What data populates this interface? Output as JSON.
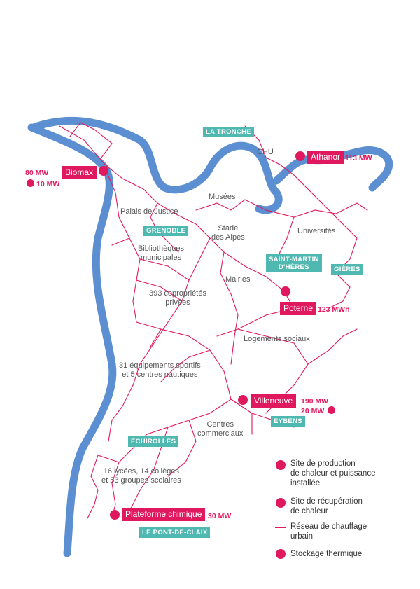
{
  "municipalities": {
    "la_tronche": "LA TRONCHE",
    "grenoble": "GRENOBLE",
    "saint_martin": "SAINT-MARTIN\nD'HÈRES",
    "gieres": "GIÈRES",
    "eybens": "EYBENS",
    "echirolles": "ÉCHIROLLES",
    "le_pont_de_claix": "LE PONT-DE-CLAIX"
  },
  "places": {
    "chu": "CHU",
    "musees": "Musées",
    "palais": "Palais de Justice",
    "stade": "Stade\ndes Alpes",
    "universites": "Universités",
    "bibliotheques": "Bibliothèques\nmunicipales",
    "mairies": "Mairies",
    "coproprietes": "393 copropriétés\nprivées",
    "logements": "Logements sociaux",
    "equipements": "31 équipements sportifs\net 5 centres nautiques",
    "centres": "Centres\ncommerciaux",
    "lycees": "16 lycées, 14 collèges\net 53 groupes scolaires"
  },
  "sites": {
    "biomax": {
      "name": "Biomax",
      "power": "80 MW",
      "storage": "10 MW"
    },
    "athanor": {
      "name": "Athanor",
      "power": "113 MW"
    },
    "poterne": {
      "name": "Poterne",
      "power": "123 MWh"
    },
    "villeneuve": {
      "name": "Villeneuve",
      "power": "190 MW",
      "storage": "20 MW"
    },
    "plateforme": {
      "name": "Plateforme chimique",
      "power": "30 MW"
    }
  },
  "legend": {
    "production": "Site de production\nde chaleur et puissance\ninstallée",
    "recuperation": "Site de récupération\nde chaleur",
    "reseau": "Réseau de chauffage\nurbain",
    "stockage": "Stockage thermique"
  },
  "colors": {
    "network": "#e0195e",
    "river": "#5b8fd1",
    "municipality": "#4fb8b0",
    "text": "#555555"
  },
  "icons": {
    "production": "flame-icon",
    "recuperation": "recovery-icon",
    "storage": "storage-icon"
  }
}
